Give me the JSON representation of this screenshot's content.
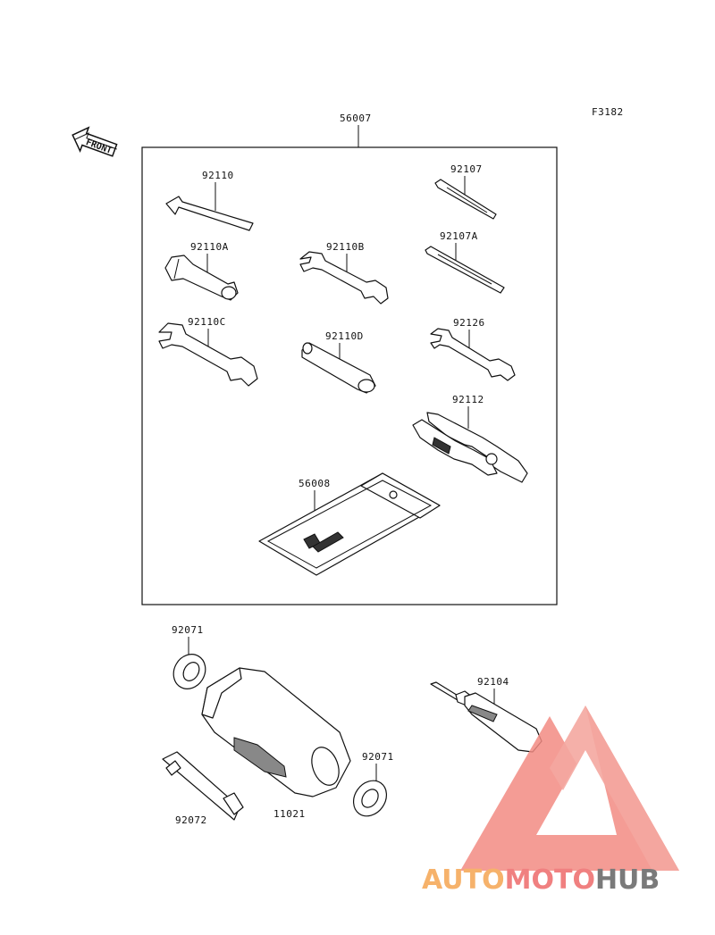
{
  "figure_code": "F3182",
  "front_label": "FRONT",
  "kit": {
    "number": "56007"
  },
  "parts": [
    {
      "id": "p92110",
      "number": "92110"
    },
    {
      "id": "p92107",
      "number": "92107"
    },
    {
      "id": "p92110A",
      "number": "92110A"
    },
    {
      "id": "p92110B",
      "number": "92110B"
    },
    {
      "id": "p92107A",
      "number": "92107A"
    },
    {
      "id": "p92110C",
      "number": "92110C"
    },
    {
      "id": "p92110D",
      "number": "92110D"
    },
    {
      "id": "p92126",
      "number": "92126"
    },
    {
      "id": "p92112",
      "number": "92112"
    },
    {
      "id": "p56008",
      "number": "56008"
    },
    {
      "id": "p92071a",
      "number": "92071"
    },
    {
      "id": "p92104",
      "number": "92104"
    },
    {
      "id": "p92071b",
      "number": "92071"
    },
    {
      "id": "p92072",
      "number": "92072"
    },
    {
      "id": "p11021",
      "number": "11021"
    }
  ],
  "watermark": {
    "part1": "AUTO",
    "part2": "MOTO",
    "part3": "HUB",
    "colors": {
      "auto": "#f6b26b",
      "moto": "#f08080",
      "hub": "#7a7a7a",
      "triangle": "#f28b82"
    }
  }
}
